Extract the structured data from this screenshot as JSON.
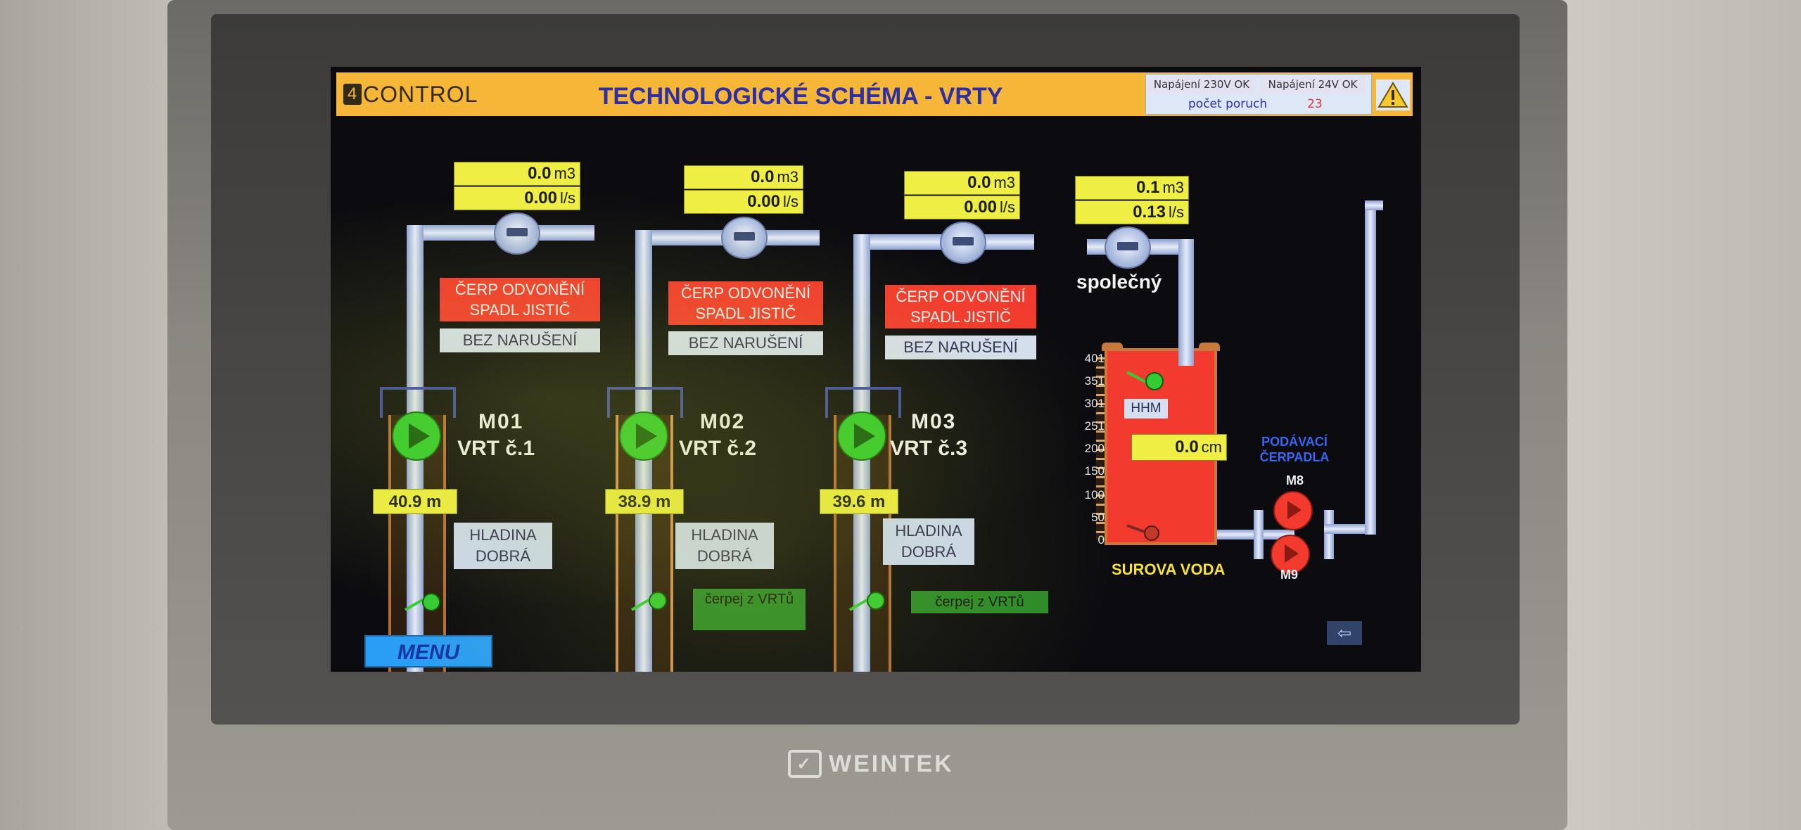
{
  "header": {
    "logo": "CONTROL",
    "logo_mark": "4",
    "title": "TECHNOLOGICKÉ SCHÉMA - VRTY",
    "power_230": "Napájení 230V OK",
    "power_24": "Napájení 24V OK",
    "fault_label": "počet poruch",
    "fault_count": "23"
  },
  "wells": [
    {
      "volume": "0.0",
      "volume_unit": "m3",
      "flow": "0.00",
      "flow_unit": "l/s",
      "alarm": "ČERP ODVONĚNÍ SPADL JISTIČ",
      "status": "BEZ NARUŠENÍ",
      "motor": "M01",
      "name": "VRT č.1",
      "depth": "40.9 m",
      "level": "HLADINA DOBRÁ"
    },
    {
      "volume": "0.0",
      "volume_unit": "m3",
      "flow": "0.00",
      "flow_unit": "l/s",
      "alarm": "ČERP ODVONĚNÍ SPADL JISTIČ",
      "status": "BEZ NARUŠENÍ",
      "motor": "M02",
      "name": "VRT č.2",
      "depth": "38.9 m",
      "level": "HLADINA DOBRÁ",
      "command": "čerpej z VRTů"
    },
    {
      "volume": "0.0",
      "volume_unit": "m3",
      "flow": "0.00",
      "flow_unit": "l/s",
      "alarm": "ČERP ODVONĚNÍ SPADL JISTIČ",
      "status": "BEZ NARUŠENÍ",
      "motor": "M03",
      "name": "VRT č.3",
      "depth": "39.6 m",
      "level": "HLADINA DOBRÁ",
      "command": "čerpej z VRTů"
    }
  ],
  "common": {
    "volume": "0.1",
    "volume_unit": "m3",
    "flow": "0.13",
    "flow_unit": "l/s",
    "label": "společný"
  },
  "tank": {
    "scale": [
      "401",
      "351",
      "301",
      "251",
      "200",
      "150",
      "100",
      "50",
      "0"
    ],
    "hhm_label": "HHM",
    "level_value": "0.0",
    "level_unit": "cm",
    "label": "SUROVA VODA"
  },
  "feed_pumps": {
    "label": "PODÁVACÍ ČERPADLA",
    "pump_1": "M8",
    "pump_2": "M9"
  },
  "menu_label": "MENU",
  "back_icon": "back-arrow-icon",
  "warning_icon": "warning-triangle-icon",
  "device_brand": "WEINTEK",
  "colors": {
    "title_bar": "#f6b637",
    "alarm": "#f23a2e",
    "display": "#eeee44",
    "pump_running": "#2ecc2e",
    "pump_stopped": "#f23a2e"
  }
}
